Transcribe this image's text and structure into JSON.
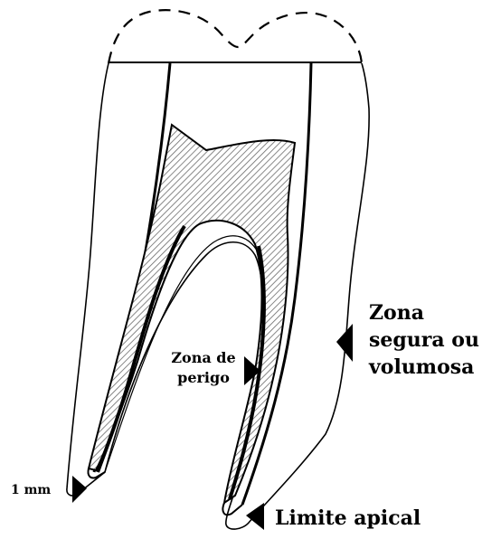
{
  "labels": {
    "safe_zone": [
      "Zona",
      "segura ou",
      "volumosa"
    ],
    "danger_zone": [
      "Zona de",
      "perigo"
    ],
    "one_mm": "1 mm",
    "apical_limit": "Limite apical"
  },
  "colors": {
    "ink": "#000000",
    "hatch": "#9a9a9a",
    "background": "#ffffff"
  }
}
